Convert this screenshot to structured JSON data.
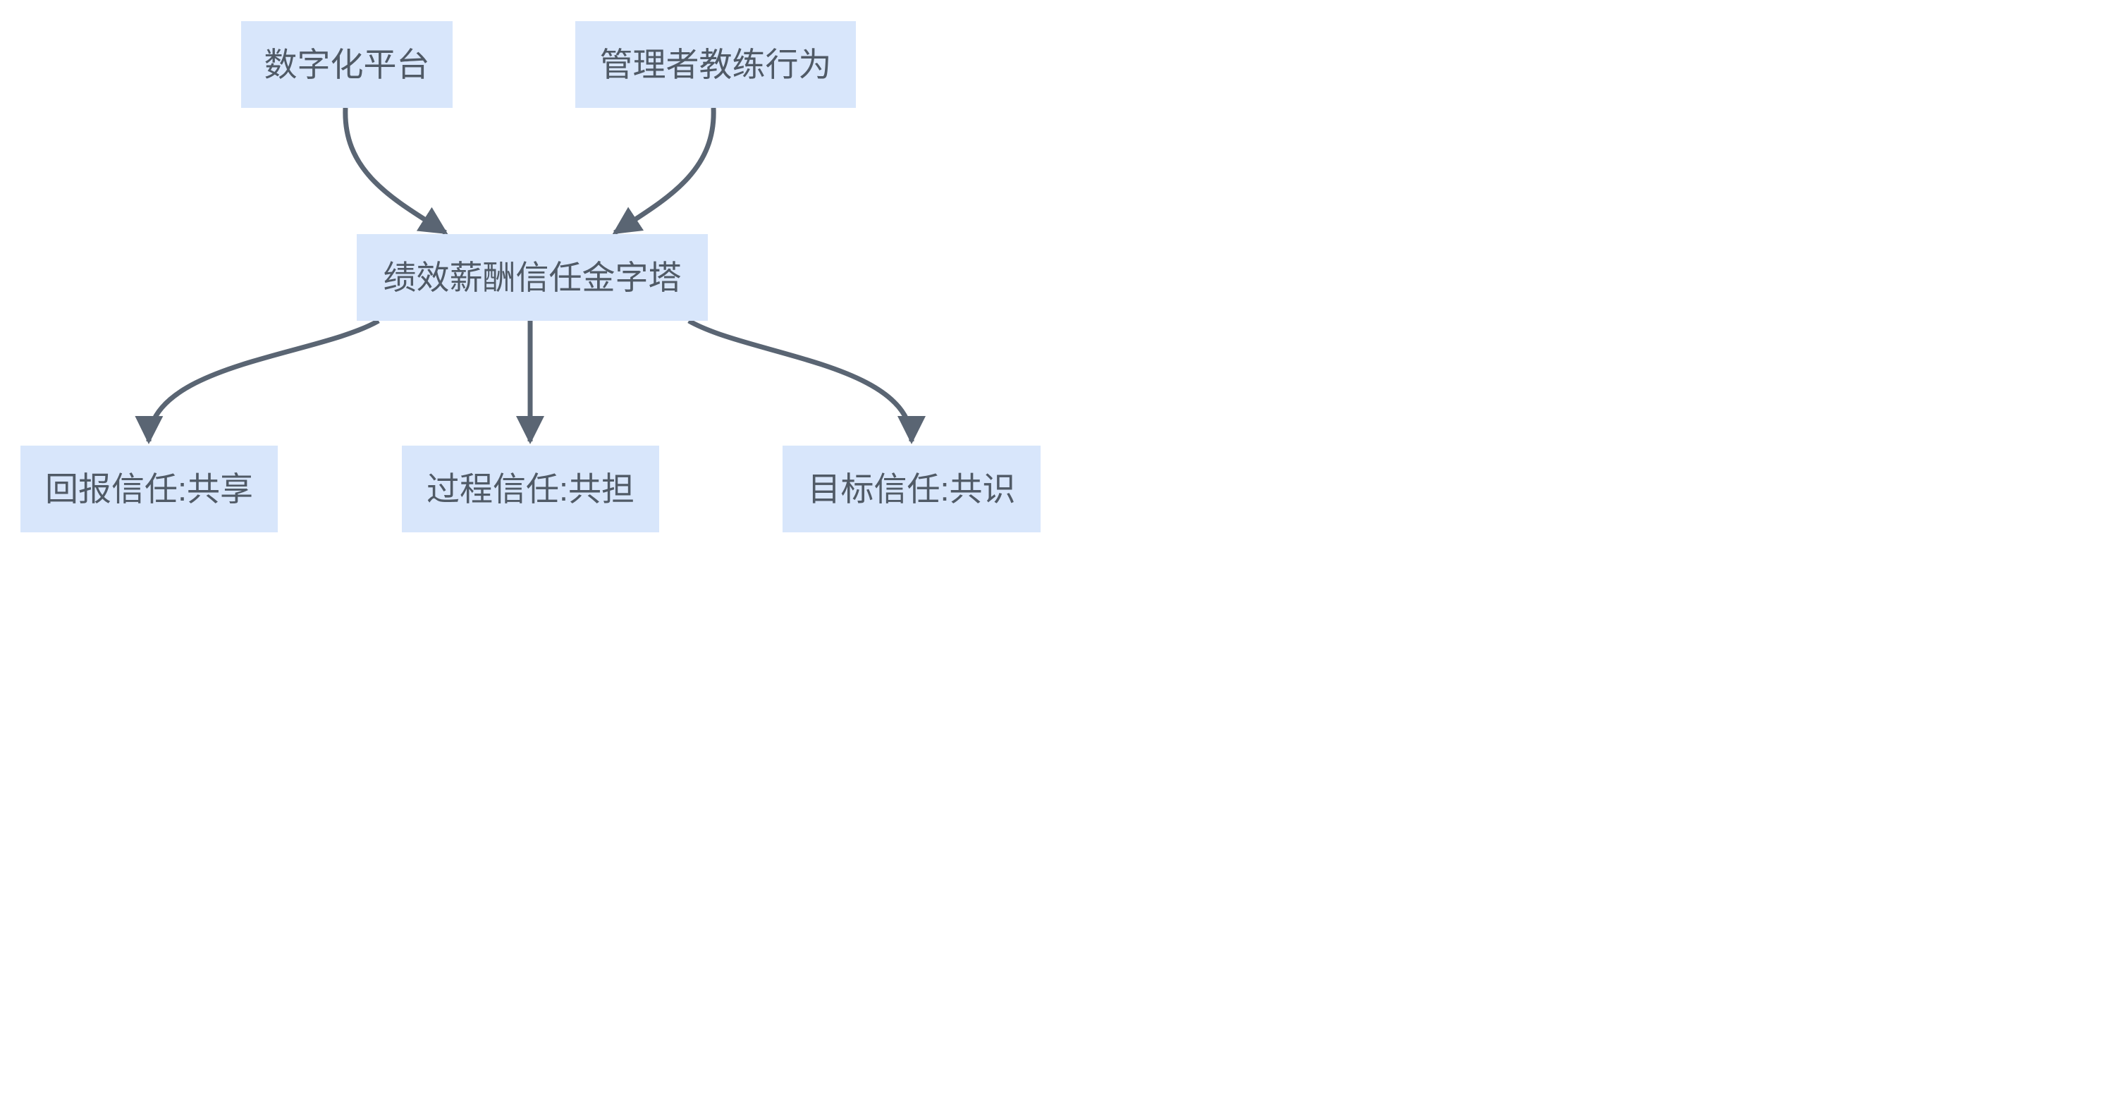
{
  "diagram": {
    "type": "flowchart",
    "background_color": "#ffffff",
    "node_fill_color": "#d8e6fb",
    "line_color": "#5a6573",
    "text_color": "#505a66",
    "nodes": {
      "digital_platform": {
        "label": "数字化平台"
      },
      "manager_coaching": {
        "label": "管理者教练行为"
      },
      "trust_pyramid": {
        "label": "绩效薪酬信任金字塔"
      },
      "reward_trust": {
        "label": "回报信任:共享"
      },
      "process_trust": {
        "label": "过程信任:共担"
      },
      "goal_trust": {
        "label": "目标信任:共识"
      }
    },
    "edges": [
      {
        "from": "digital_platform",
        "to": "trust_pyramid"
      },
      {
        "from": "manager_coaching",
        "to": "trust_pyramid"
      },
      {
        "from": "trust_pyramid",
        "to": "reward_trust"
      },
      {
        "from": "trust_pyramid",
        "to": "process_trust"
      },
      {
        "from": "trust_pyramid",
        "to": "goal_trust"
      }
    ]
  }
}
